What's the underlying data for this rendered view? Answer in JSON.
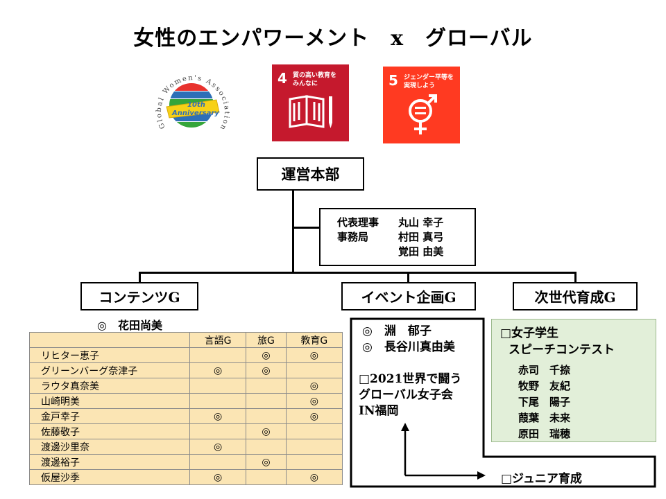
{
  "title": "女性のエンパワーメント　x　グローバル",
  "logo": {
    "arc_text": "Global Women's Association",
    "banner_line1": "10th",
    "banner_line2": "Anniversary",
    "colors": {
      "red": "#e8322e",
      "blue": "#2d6fb7",
      "green": "#35a53a",
      "yellow": "#f7d117"
    }
  },
  "sdgs": [
    {
      "number": "4",
      "label_line1": "質の高い教育を",
      "label_line2": "みんなに",
      "color": "#c5192d",
      "icon": "book-pencil-icon"
    },
    {
      "number": "5",
      "label_line1": "ジェンダー平等を",
      "label_line2": "実現しよう",
      "color": "#ff3a21",
      "icon": "gender-equality-icon"
    }
  ],
  "headquarters": {
    "label": "運営本部",
    "officers": [
      {
        "role": "代表理事",
        "name": "丸山 幸子"
      },
      {
        "role": "事務局",
        "name": "村田 真弓"
      },
      {
        "role": "",
        "name": "覚田 由美"
      }
    ]
  },
  "groups": {
    "contents": {
      "label": "コンテンツG",
      "leader": "◎　花田尚美",
      "columns": [
        "言語G",
        "旅G",
        "教育G"
      ],
      "rows": [
        {
          "name": "リヒター恵子",
          "marks": [
            "",
            "◎",
            "◎"
          ]
        },
        {
          "name": "グリーンバーグ奈津子",
          "marks": [
            "◎",
            "◎",
            ""
          ]
        },
        {
          "name": "ラウタ真奈美",
          "marks": [
            "",
            "",
            "◎"
          ]
        },
        {
          "name": "山崎明美",
          "marks": [
            "",
            "",
            "◎"
          ]
        },
        {
          "name": "金戸幸子",
          "marks": [
            "◎",
            "",
            "◎"
          ]
        },
        {
          "name": "佐藤敬子",
          "marks": [
            "",
            "◎",
            ""
          ]
        },
        {
          "name": "渡邊沙里奈",
          "marks": [
            "◎",
            "",
            ""
          ]
        },
        {
          "name": "渡邊裕子",
          "marks": [
            "",
            "◎",
            ""
          ]
        },
        {
          "name": "仮屋沙季",
          "marks": [
            "◎",
            "",
            "◎"
          ]
        }
      ]
    },
    "event": {
      "label": "イベント企画G",
      "leaders": [
        "◎　淵　郁子",
        "◎　長谷川真由美"
      ],
      "project_lines": [
        "□2021世界で闘う",
        "グローバル女子会",
        "IN福岡"
      ]
    },
    "next_gen": {
      "label": "次世代育成G",
      "heading_line1": "□女子学生",
      "heading_line2": "スピーチコンテスト",
      "members": [
        "赤司　千捺",
        "牧野　友紀",
        "下尾　陽子",
        "葭葉　未来",
        "原田　瑞穂"
      ],
      "junior": "□ジュニア育成"
    }
  }
}
